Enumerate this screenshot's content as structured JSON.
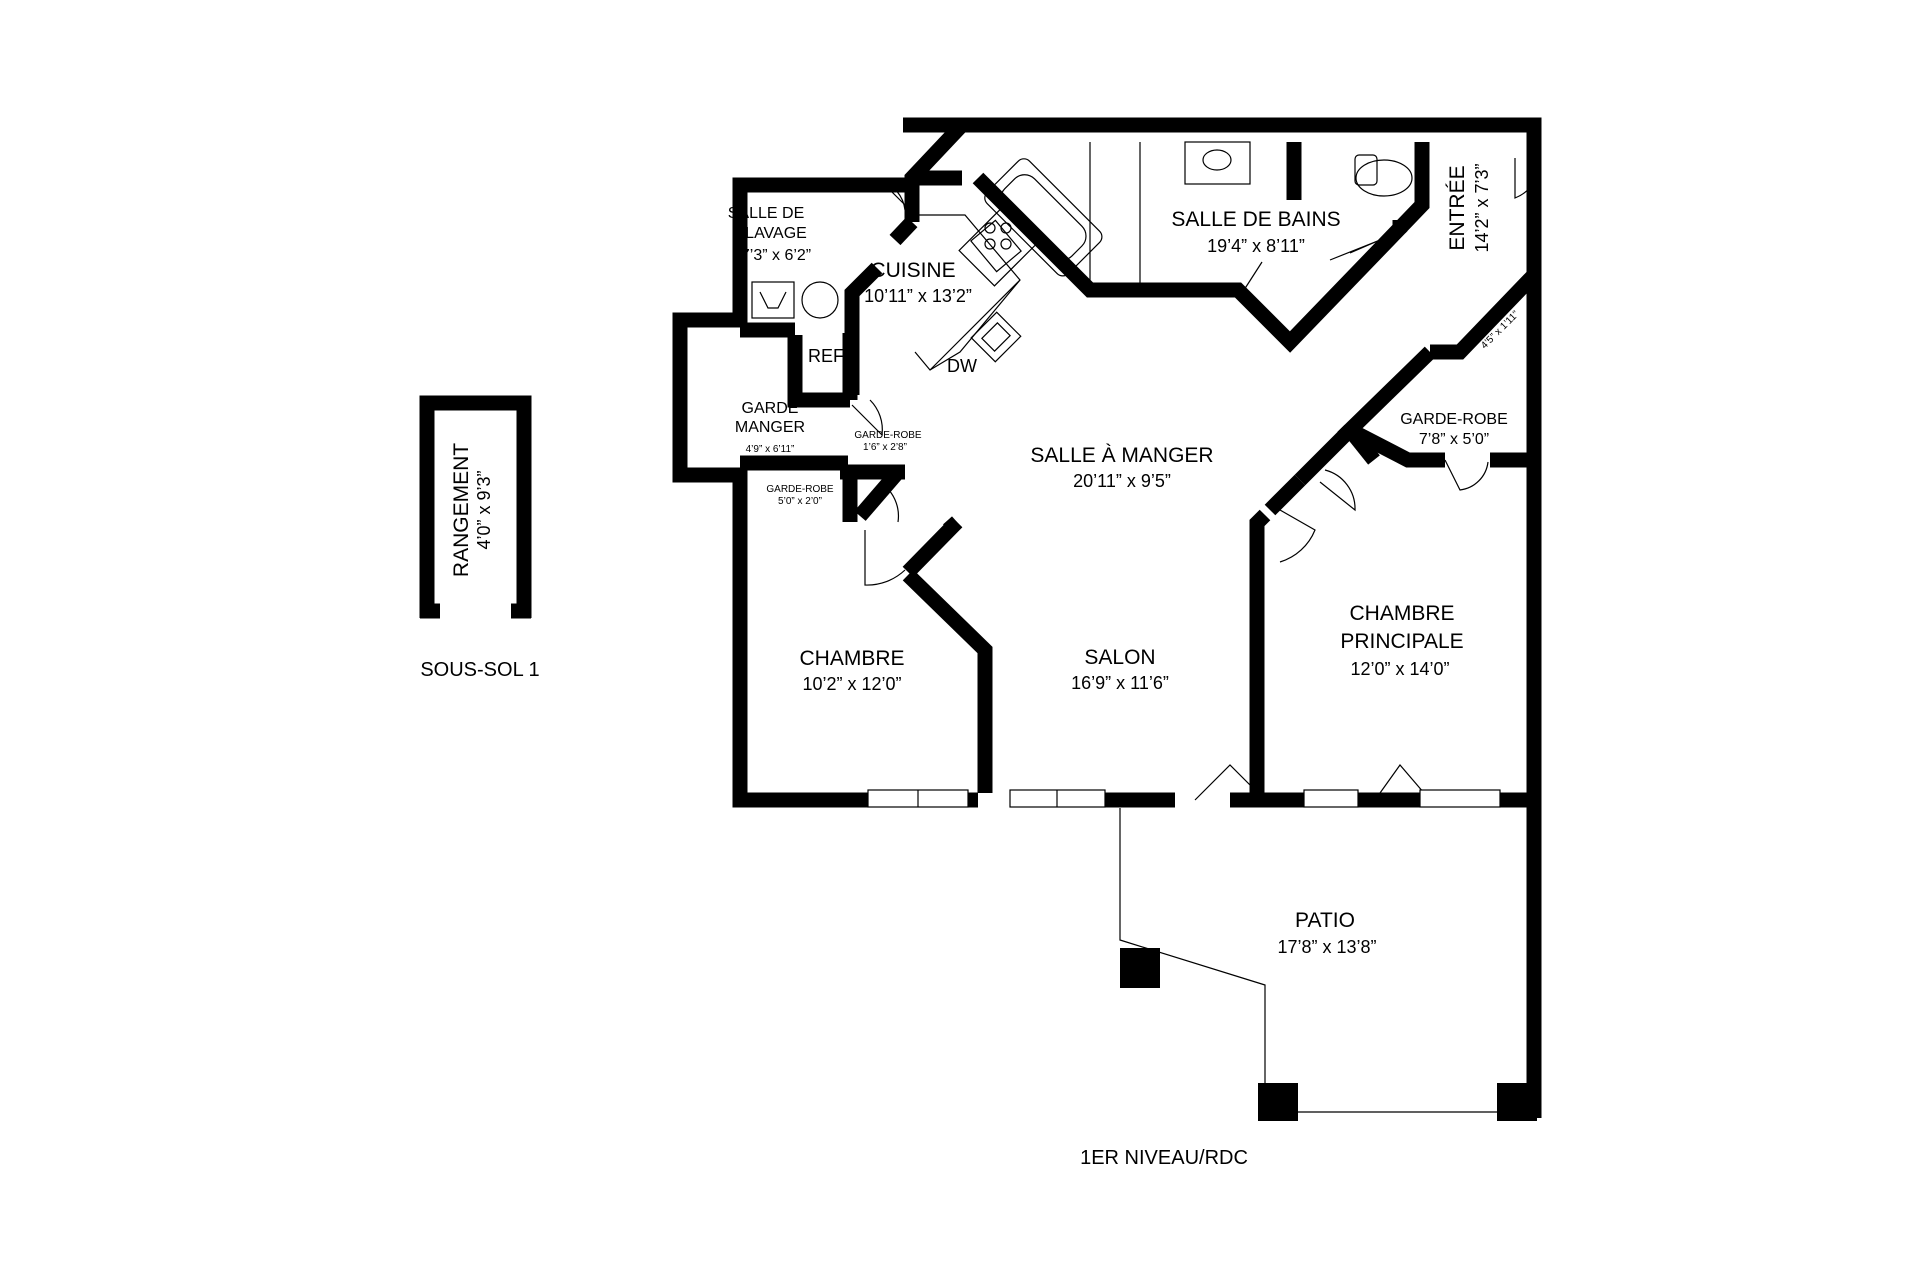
{
  "floors": {
    "basement": "SOUS-SOL 1",
    "ground": "1ER NIVEAU/RDC"
  },
  "rooms": {
    "rangement": {
      "name": "RANGEMENT",
      "dims": "4’0” x 9’3”"
    },
    "salle_lavage": {
      "name_line1": "SALLE DE",
      "name_line2": "LAVAGE",
      "dims": "7’3” x 6’2”"
    },
    "cuisine": {
      "name": "CUISINE",
      "dims": "10’11” x 13’2”"
    },
    "ref": {
      "name": "REF"
    },
    "dw": {
      "name": "DW"
    },
    "garde_manger": {
      "name_line1": "GARDE",
      "name_line2": "MANGER",
      "dims": "4’9” x 6’11”"
    },
    "garde_robe_small": {
      "name": "GARDE-ROBE",
      "dims": "1’6” x 2’8”"
    },
    "garde_robe_hall": {
      "name": "GARDE-ROBE",
      "dims": "5’0” x 2’0”"
    },
    "salle_de_bains": {
      "name": "SALLE DE BAINS",
      "dims": "19’4” x 8’11”"
    },
    "entree": {
      "name": "ENTRÉE",
      "dims": "14’2” x 7’3”"
    },
    "garde_robe_entree": {
      "name": "GARDE-ROBE",
      "dims": "4’5” x 1’11”"
    },
    "garde_robe_master": {
      "name": "GARDE-ROBE",
      "dims": "7’8” x 5’0”"
    },
    "salle_a_manger": {
      "name": "SALLE À MANGER",
      "dims": "20’11” x 9’5”"
    },
    "chambre": {
      "name": "CHAMBRE",
      "dims": "10’2” x 12’0”"
    },
    "salon": {
      "name": "SALON",
      "dims": "16’9” x 11’6”"
    },
    "chambre_principale": {
      "name_line1": "CHAMBRE",
      "name_line2": "PRINCIPALE",
      "dims": "12’0” x 14’0”"
    },
    "patio": {
      "name": "PATIO",
      "dims": "17’8” x 13’8”"
    }
  }
}
